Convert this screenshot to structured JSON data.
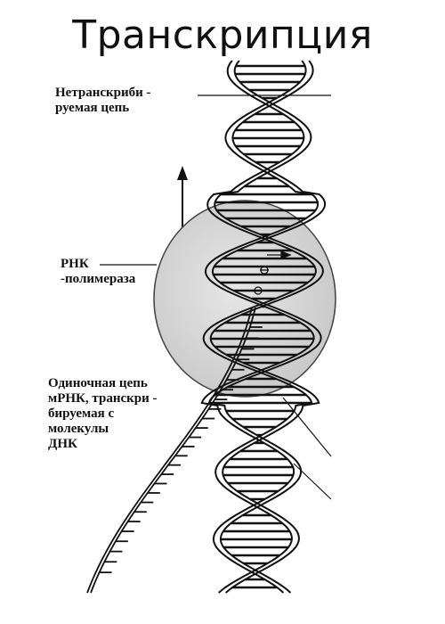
{
  "title": "Транскрипция",
  "labels": {
    "non_template_strand": [
      "Нетранскриби -",
      "руемая цепь"
    ],
    "rna_polymerase": [
      "РНК",
      "-полимераза"
    ],
    "mrna_strand": [
      "Одиночная цепь",
      "мРНК, транскри -",
      "бируемая с",
      "молекулы",
      "ДНК"
    ]
  },
  "colors": {
    "ink": "#111111",
    "enzyme_fill": "#dcdcdc",
    "enzyme_stroke": "#444444"
  }
}
